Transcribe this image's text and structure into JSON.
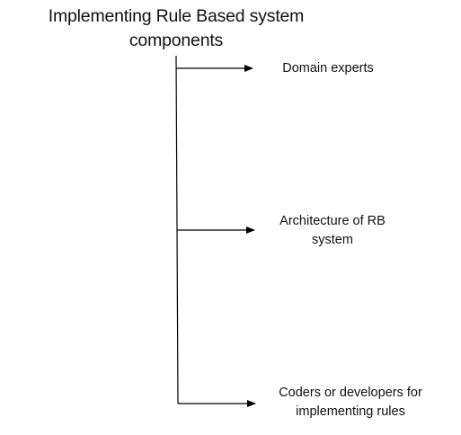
{
  "diagram": {
    "title": {
      "lines": [
        "Implementing Rule Based system",
        "components"
      ]
    },
    "nodes": [
      {
        "lines": [
          "Domain experts"
        ]
      },
      {
        "lines": [
          "Architecture of RB",
          "system"
        ]
      },
      {
        "lines": [
          "Coders or developers for",
          "implementing rules"
        ]
      }
    ],
    "line_color": "#000000"
  }
}
